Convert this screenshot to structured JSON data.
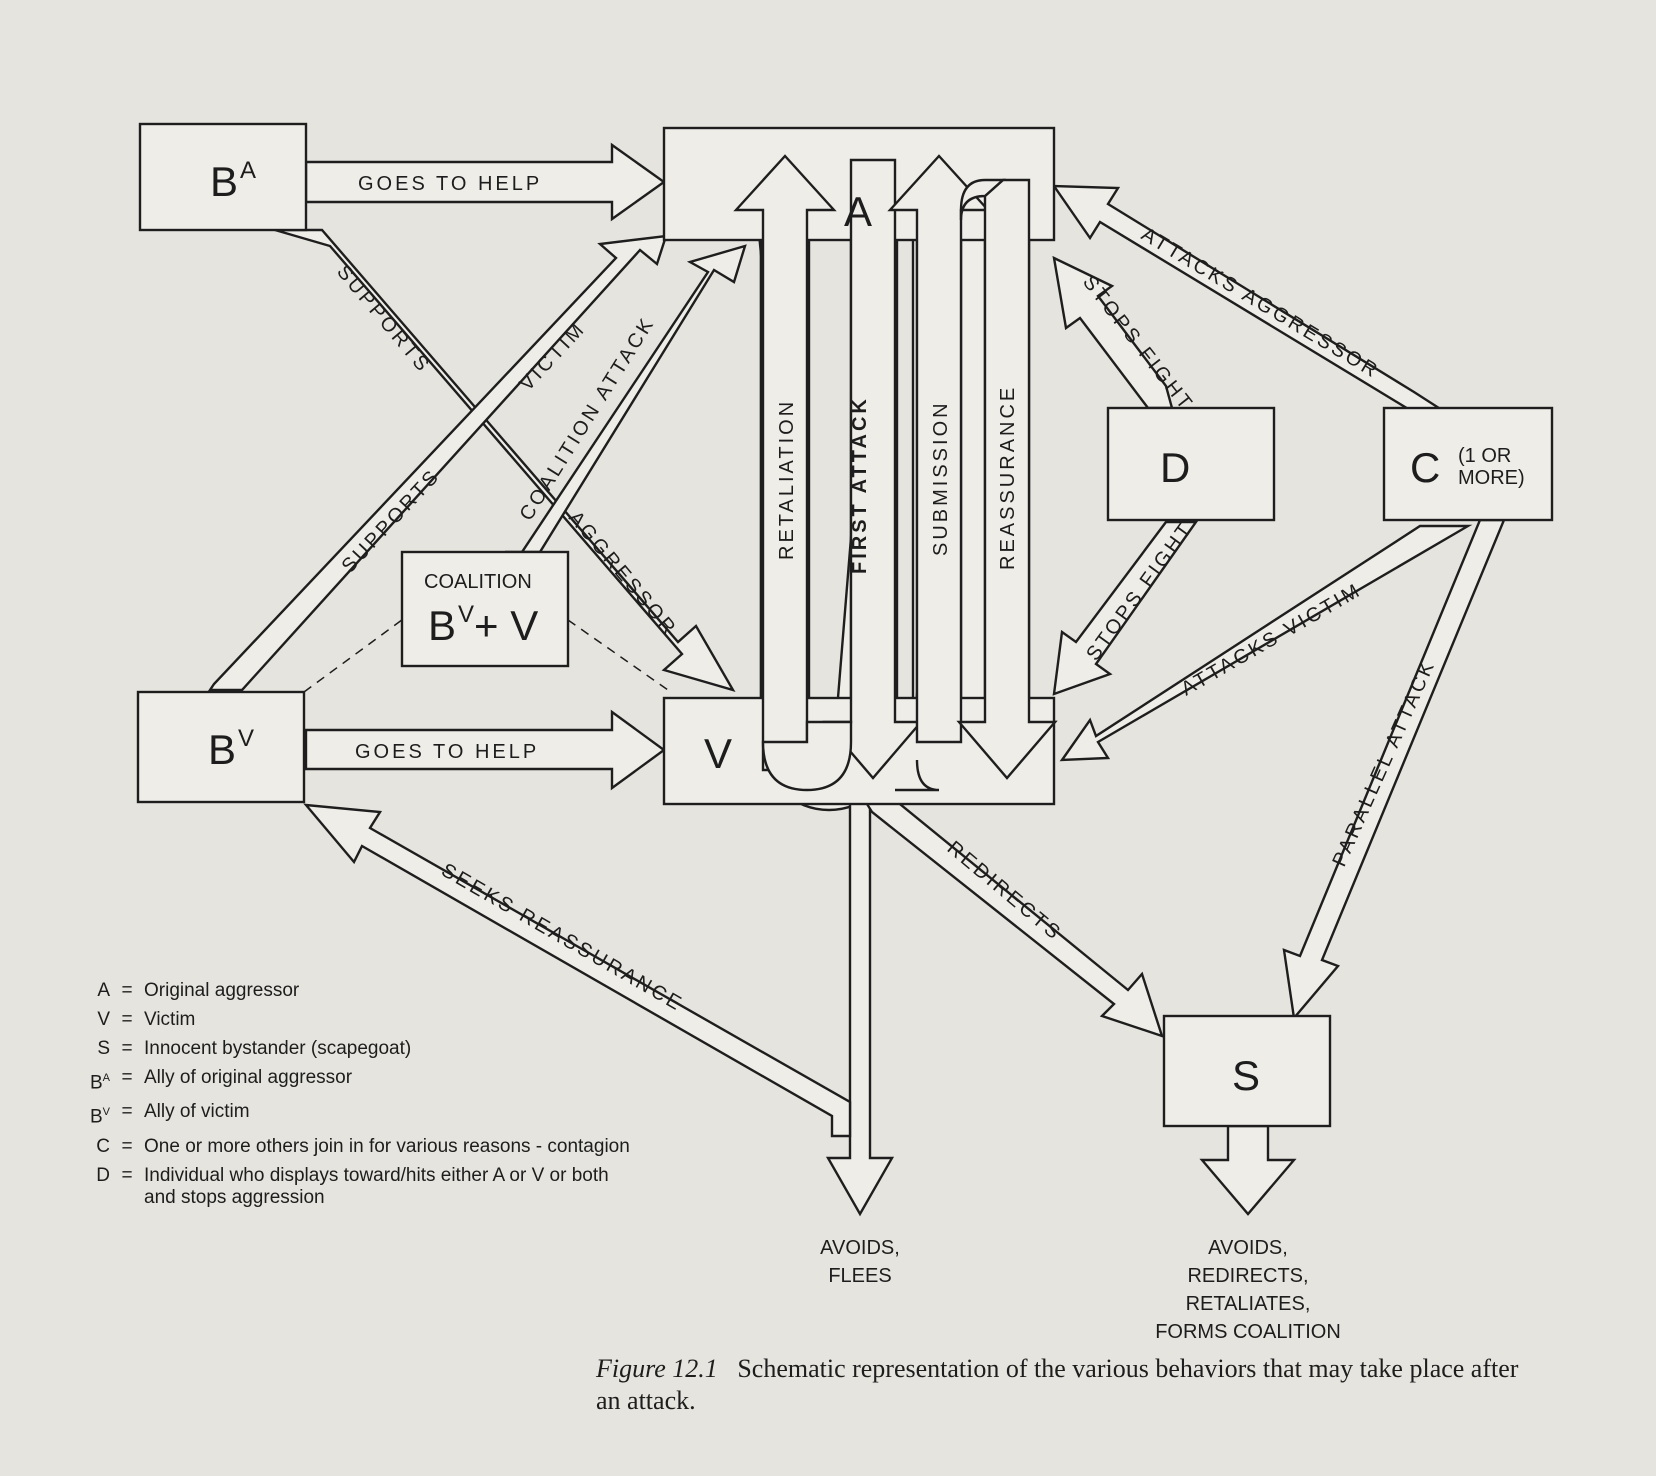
{
  "nodes": {
    "A": {
      "label": "A"
    },
    "V": {
      "label": "V"
    },
    "BA": {
      "label": "B",
      "sup": "A"
    },
    "BV": {
      "label": "B",
      "sup": "V"
    },
    "coalition": {
      "title": "COALITION",
      "label": "B",
      "sup": "V",
      "rest": "+ V"
    },
    "D": {
      "label": "D"
    },
    "C": {
      "label": "C",
      "note_line1": "(1 OR",
      "note_line2": "MORE)"
    },
    "S": {
      "label": "S"
    }
  },
  "arrows": {
    "ba_goes_to_help": "GOES TO HELP",
    "bv_goes_to_help": "GOES TO HELP",
    "supports_aggressor_1": "SUPPORTS",
    "supports_aggressor_2": "AGGRESSOR",
    "supports_victim_1": "SUPPORTS",
    "supports_victim_2": "VICTIM",
    "coalition_attack": "COALITION ATTACK",
    "retaliation": "RETALIATION",
    "first_attack": "FIRST ATTACK",
    "submission": "SUBMISSION",
    "reassurance": "REASSURANCE",
    "attacks_aggressor": "ATTACKS AGGRESSOR",
    "stops_fight_top": "STOPS FIGHT",
    "stops_fight_bottom": "STOPS FIGHT",
    "attacks_victim": "ATTACKS VICTIM",
    "parallel_attack": "PARALLEL ATTACK",
    "redirects": "REDIRECTS",
    "seeks_reassurance": "SEEKS REASSURANCE"
  },
  "outcomes": {
    "v_line1": "AVOIDS,",
    "v_line2": "FLEES",
    "s_line1": "AVOIDS,",
    "s_line2": "REDIRECTS,",
    "s_line3": "RETALIATES,",
    "s_line4": "FORMS COALITION"
  },
  "legend": [
    {
      "key": "A",
      "desc": "Original aggressor"
    },
    {
      "key": "V",
      "desc": "Victim"
    },
    {
      "key": "S",
      "desc": "Innocent bystander (scapegoat)"
    },
    {
      "key": "B",
      "sup": "A",
      "desc": "Ally of original aggressor"
    },
    {
      "key": "B",
      "sup": "V",
      "desc": "Ally of victim"
    },
    {
      "key": "C",
      "desc": "One or more others join in for various reasons - contagion"
    },
    {
      "key": "D",
      "desc": "Individual who displays toward/hits either A or V or both and stops aggression"
    }
  ],
  "caption": {
    "figure": "Figure 12.1",
    "text": "Schematic representation of the various behaviors that may take place after an attack."
  }
}
